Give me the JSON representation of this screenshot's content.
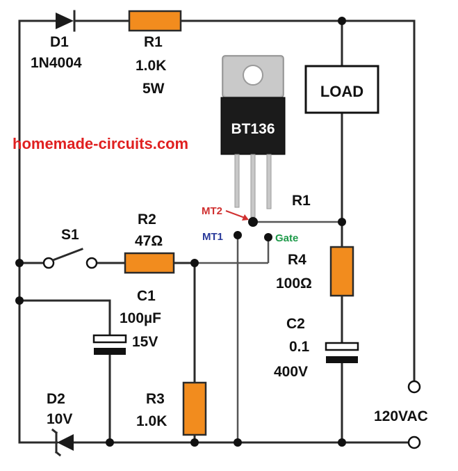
{
  "watermark": "homemade-circuits.com",
  "colors": {
    "resistor_fill": "#f28c1e",
    "wire": "#2a2a2a",
    "watermark": "#e02020",
    "mt2_label": "#d03030",
    "mt1_label": "#2a3a9a",
    "gate_label": "#1e9a4a"
  },
  "components": {
    "d1": {
      "name": "D1",
      "part": "1N4004"
    },
    "r1_top": {
      "name": "R1",
      "value": "1.0K",
      "rating": "5W"
    },
    "triac": {
      "part": "BT136",
      "pins": {
        "mt2": "MT2",
        "mt1": "MT1",
        "gate": "Gate"
      }
    },
    "load": {
      "label": "LOAD"
    },
    "r1_right": {
      "name": "R1"
    },
    "r2": {
      "name": "R2",
      "value": "47Ω"
    },
    "s1": {
      "name": "S1"
    },
    "c1": {
      "name": "C1",
      "value": "100µF",
      "rating": "15V"
    },
    "r4": {
      "name": "R4",
      "value": "100Ω"
    },
    "c2": {
      "name": "C2",
      "value": "0.1",
      "rating": "400V"
    },
    "d2": {
      "name": "D2",
      "value": "10V"
    },
    "r3": {
      "name": "R3",
      "value": "1.0K"
    },
    "supply": {
      "label": "120VAC"
    }
  }
}
